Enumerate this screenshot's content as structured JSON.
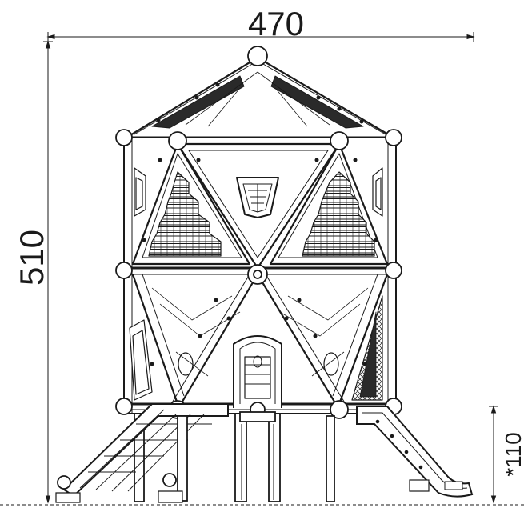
{
  "dimensions": {
    "width_label": "470",
    "height_label": "510",
    "fall_height_label": "*110"
  },
  "colors": {
    "line": "#1a1a1a",
    "fill_dark": "#2a2a2a",
    "background": "#ffffff"
  }
}
